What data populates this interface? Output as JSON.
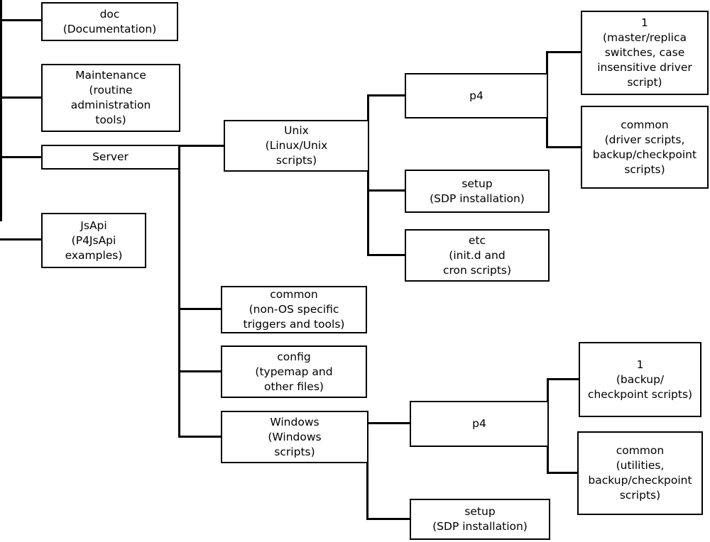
{
  "diagram": {
    "title": "SDP directory structure tree",
    "colors": {
      "background": "#ffffff",
      "box_fill": "#ffffff",
      "box_border": "#000000",
      "line": "#000000"
    },
    "nodes": {
      "doc": {
        "label": "doc\n(Documentation)"
      },
      "maintenance": {
        "label": "Maintenance\n(routine\nadministration\ntools)"
      },
      "server": {
        "label": "Server"
      },
      "jsapi": {
        "label": "JsApi\n(P4JsApi\nexamples)"
      },
      "unix": {
        "label": "Unix\n(Linux/Unix\nscripts)"
      },
      "common_mid": {
        "label": "common\n(non-OS specific\ntriggers and tools)"
      },
      "config": {
        "label": "config\n(typemap and\nother files)"
      },
      "windows": {
        "label": "Windows\n(Windows\nscripts)"
      },
      "p4_unix": {
        "label": "p4"
      },
      "setup_unix": {
        "label": "setup\n(SDP installation)"
      },
      "etc": {
        "label": "etc\n(init.d and\ncron scripts)"
      },
      "one_unix": {
        "label": "1\n(master/replica\nswitches, case\ninsensitive driver\nscript)"
      },
      "common_unix": {
        "label": "common\n(driver scripts,\nbackup/checkpoint\nscripts)"
      },
      "p4_windows": {
        "label": "p4"
      },
      "setup_windows": {
        "label": "setup\n(SDP installation)"
      },
      "one_windows": {
        "label": "1\n(backup/\ncheckpoint scripts)"
      },
      "common_windows": {
        "label": "common\n(utilities,\nbackup/checkpoint\nscripts)"
      }
    },
    "hierarchy": [
      {
        "parent": "root (off-screen)",
        "children": [
          "doc",
          "Maintenance",
          "Server",
          "JsApi"
        ]
      },
      {
        "parent": "Server",
        "children": [
          "Unix",
          "common",
          "config",
          "Windows"
        ]
      },
      {
        "parent": "Unix",
        "children": [
          "p4",
          "setup",
          "etc"
        ]
      },
      {
        "parent": "p4 (Unix)",
        "children": [
          "1",
          "common"
        ]
      },
      {
        "parent": "Windows",
        "children": [
          "p4",
          "setup"
        ]
      },
      {
        "parent": "p4 (Windows)",
        "children": [
          "1",
          "common"
        ]
      }
    ]
  }
}
